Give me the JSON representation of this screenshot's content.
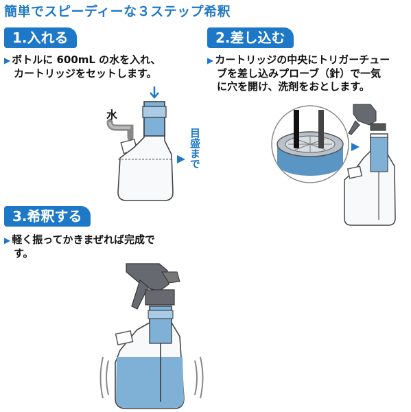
{
  "title": "簡単でスピーディーな３ステップ希釈",
  "steps": [
    {
      "badge": "1.入れる",
      "lines": [
        "ボトルに 600mL の水を入れ、",
        "カートリッジをセットします。"
      ],
      "labels": {
        "water": "水",
        "gauge": "目盛まで"
      }
    },
    {
      "badge": "2.差し込む",
      "lines": [
        "カートリッジの中央にトリガーチュー",
        "ブを差し込みプローブ（針）で一気",
        "に穴を開け、洗剤をおとします。"
      ]
    },
    {
      "badge": "3.希釈する",
      "lines": [
        "軽く振ってかきまぜれば完成で",
        "す。"
      ]
    }
  ],
  "colors": {
    "accent": "#1e78c8",
    "liquid": "#7fb0d6",
    "liquid_dark": "#5a95c4",
    "trigger": "#666a70"
  }
}
